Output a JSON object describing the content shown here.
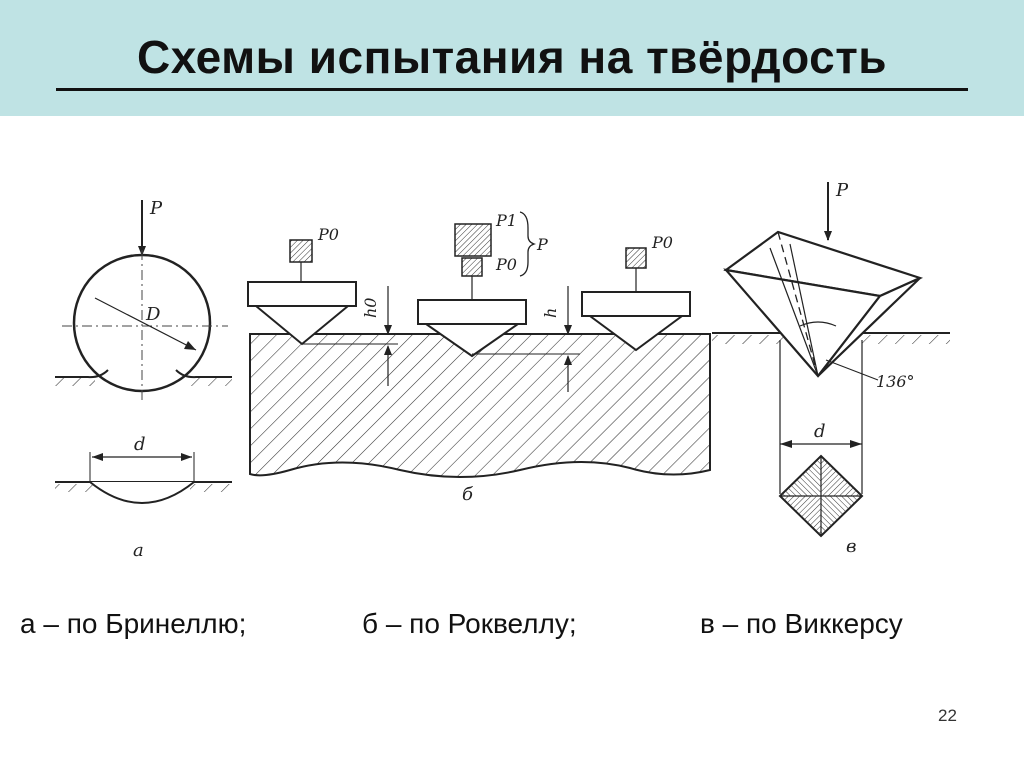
{
  "title": "Схемы испытания на твёрдость",
  "figure": {
    "brinell": {
      "force": "P",
      "diameter": "D",
      "imprint": "d",
      "sub_label": "a"
    },
    "rockwell": {
      "preload": "P0",
      "load1": "P1",
      "load_total": "P",
      "h0": "h0",
      "h": "h",
      "sub_label": "б"
    },
    "vickers": {
      "force": "P",
      "angle": "136°",
      "diag": "d",
      "sub_label": "в"
    }
  },
  "captions": [
    "а – по Бринеллю;",
    "б – по Роквеллу;",
    "в – по Виккерсу"
  ],
  "page_number": "22"
}
